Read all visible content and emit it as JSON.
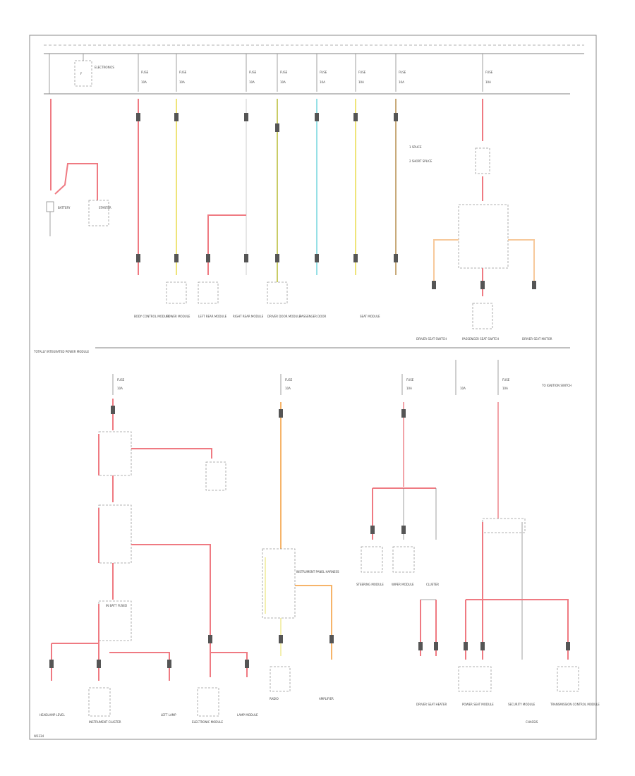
{
  "diagram": {
    "top_labels": {
      "battery": "BATTERY",
      "starter": "STARTER",
      "fuse_text": "FUSE",
      "amp_text": "10A",
      "electronics": "ELECTRONICS"
    },
    "top_components": [
      "BODY CONTROL MODULE",
      "POWER MODULE",
      "LEFT REAR MODULE",
      "RIGHT REAR MODULE",
      "DRIVER DOOR MODULE",
      "PASSENGER DOOR",
      "SEAT MODULE",
      "DRIVER SEAT SWITCH",
      "PASSENGER SEAT SWITCH",
      "DRIVER SEAT MOTOR"
    ],
    "relay_notes": [
      "1 SPLICE",
      "2 SHORT SPLICE"
    ],
    "bottom_labels": {
      "left_note": "TOTALLY INTEGRATED POWER MODULE",
      "right_note": "TO IGNITION SWITCH",
      "mid_note": "IN BATT FUSED",
      "dash_note": "INSTRUMENT PANEL HARNESS",
      "footer": "CHASSIS"
    },
    "bottom_components": [
      "HEADLAMP LEVEL",
      "INSTRUMENT CLUSTER",
      "LEFT LAMP",
      "ELECTRONIC MODULE",
      "LAMP MODULE",
      "RADIO",
      "AMPLIFIER",
      "STEERING MODULE",
      "WIPER MODULE",
      "CLUSTER",
      "DRIVER SEAT HEATER",
      "POWER SEAT MODULE",
      "SECURITY MODULE",
      "TRANSMISSION CONTROL MODULE"
    ],
    "page_ref": "W1234"
  }
}
